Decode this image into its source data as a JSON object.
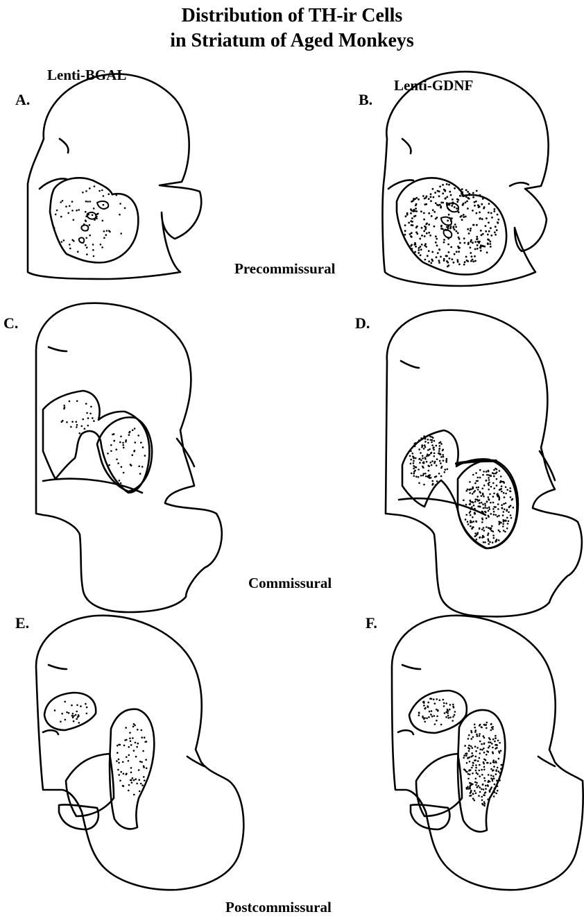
{
  "figure": {
    "title_line1": "Distribution of TH-ir Cells",
    "title_line2": "in Striatum of Aged Monkeys",
    "columns": {
      "left": "Lenti-BGAL",
      "right": "Lenti-GDNF"
    },
    "panels": [
      "A.",
      "B.",
      "C.",
      "D.",
      "E.",
      "F."
    ],
    "levels": [
      "Precommissural",
      "Commissural",
      "Postcommissural"
    ]
  }
}
